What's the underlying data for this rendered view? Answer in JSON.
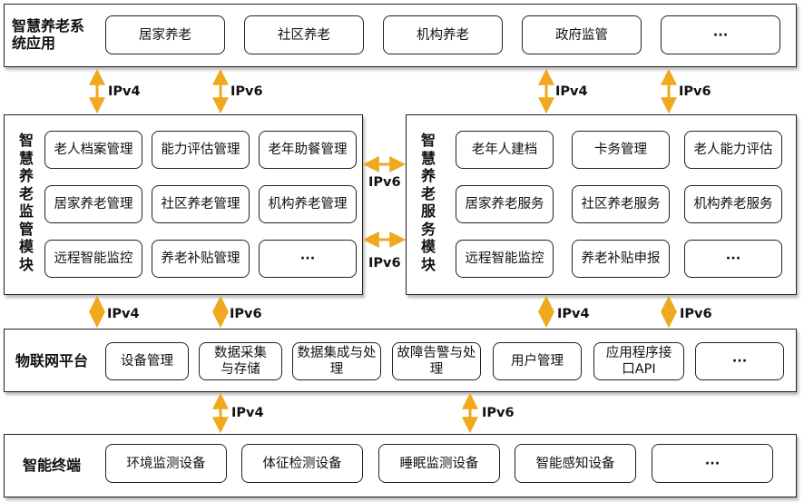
{
  "app_layer": {
    "title": "智慧养老系统应用",
    "items": [
      "居家养老",
      "社区养老",
      "机构养老",
      "政府监管",
      "···"
    ]
  },
  "supervision_module": {
    "title": "智慧养老监管模块",
    "items": [
      "老人档案管理",
      "能力评估管理",
      "老年助餐管理",
      "居家养老管理",
      "社区养老管理",
      "机构养老管理",
      "远程智能监控",
      "养老补贴管理",
      "···"
    ]
  },
  "service_module": {
    "title": "智慧养老服务模块",
    "items": [
      "老年人建档",
      "卡务管理",
      "老人能力评估",
      "居家养老服务",
      "社区养老服务",
      "机构养老服务",
      "远程智能监控",
      "养老补贴申报",
      "···"
    ]
  },
  "iot_platform": {
    "title": "物联网平台",
    "items": [
      "设备管理",
      "数据采集与存储",
      "数据集成与处理",
      "故障告警与处理",
      "用户管理",
      "应用程序接口API",
      "···"
    ]
  },
  "terminal_layer": {
    "title": "智能终端",
    "items": [
      "环境监测设备",
      "体征检测设备",
      "睡眠监测设备",
      "智能感知设备",
      "···"
    ]
  },
  "connections": {
    "ipv4": "IPv4",
    "ipv6": "IPv6"
  },
  "colors": {
    "arrow": "#f0a81e",
    "border": "#222222"
  }
}
